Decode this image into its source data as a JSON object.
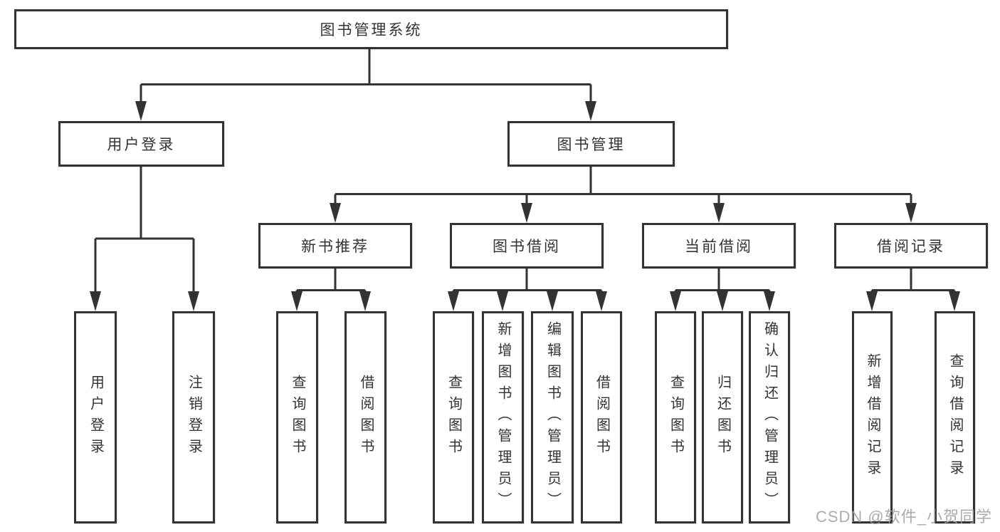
{
  "tree": {
    "root": {
      "label": "图书管理系统"
    },
    "branches": [
      {
        "label": "用户登录",
        "children": [
          {
            "label": "用户登录"
          },
          {
            "label": "注销登录"
          }
        ]
      },
      {
        "label": "图书管理",
        "children": [
          {
            "label": "新书推荐",
            "children": [
              {
                "label": "查询图书"
              },
              {
                "label": "借阅图书"
              }
            ]
          },
          {
            "label": "图书借阅",
            "children": [
              {
                "label": "查询图书"
              },
              {
                "label": "新增图书（管理员）"
              },
              {
                "label": "编辑图书（管理员）"
              },
              {
                "label": "借阅图书"
              }
            ]
          },
          {
            "label": "当前借阅",
            "children": [
              {
                "label": "查询图书"
              },
              {
                "label": "归还图书"
              },
              {
                "label": "确认归还（管理员）"
              }
            ]
          },
          {
            "label": "借阅记录",
            "children": [
              {
                "label": "新增借阅记录"
              },
              {
                "label": "查询借阅记录"
              }
            ]
          }
        ]
      }
    ]
  },
  "watermark": {
    "text": "CSDN @软件_小贺同学"
  },
  "colors": {
    "line": "#333333",
    "box_border": "#333333",
    "box_fill": "#ffffff",
    "text": "#333333",
    "watermark": "#9e9e9e"
  }
}
